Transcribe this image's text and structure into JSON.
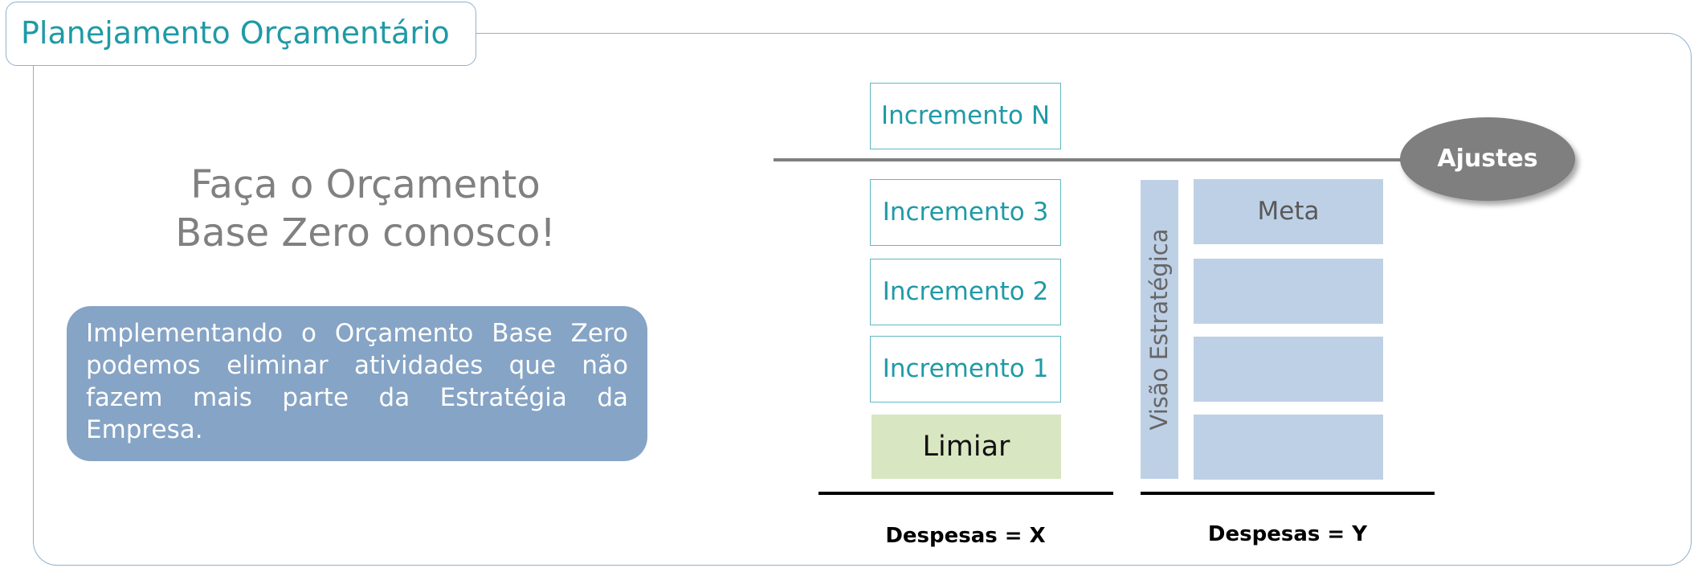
{
  "title": "Planejamento Orçamentário",
  "headline": {
    "line1": "Faça o Orçamento",
    "line2": "Base Zero conosco!"
  },
  "callout": "Implementando o Orçamento Base Zero podemos eliminar atividades que não fazem mais parte da Estratégia da Empresa.",
  "diagram": {
    "increments": [
      "Incremento N",
      "Incremento 3",
      "Incremento 2",
      "Incremento 1"
    ],
    "threshold": "Limiar",
    "adjustments": "Ajustes",
    "strategic_vision": "Visão Estratégica",
    "target": "Meta",
    "expenses_x": "Despesas = X",
    "expenses_y": "Despesas = Y"
  },
  "colors": {
    "accent": "#1f9aa6",
    "frame": "#8fb0d0",
    "callout_bg": "#86a4c5",
    "threshold_bg": "#d9e6c2",
    "strategy_bg": "#bed0e6",
    "ellipse": "#7f7f7f"
  }
}
